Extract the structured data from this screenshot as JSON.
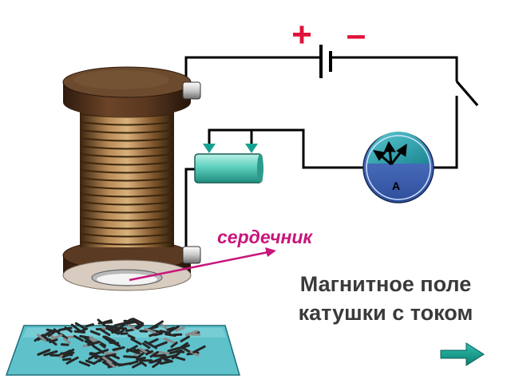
{
  "battery": {
    "plus_symbol": "+",
    "minus_symbol": "–"
  },
  "ammeter": {
    "label": "А"
  },
  "labels": {
    "core": "сердечник"
  },
  "title": {
    "line1": "Магнитное поле",
    "line2": "катушки с током"
  },
  "nav": {
    "next_icon": "arrow-right-icon"
  },
  "colors": {
    "wire": "#000000",
    "polarity": "#e0123a",
    "core_label": "#c8167a",
    "title_text": "#3a3a3a",
    "rheostat": "#4fc8b8",
    "next_arrow": "#16a091"
  }
}
